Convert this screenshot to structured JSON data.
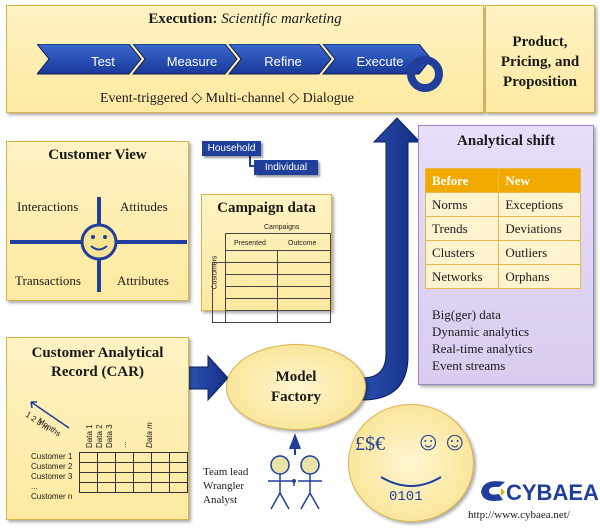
{
  "execution": {
    "title_bold": "Execution",
    "title_italic": "Scientific marketing",
    "steps": [
      "Test",
      "Measure",
      "Refine",
      "Execute"
    ],
    "subline": "Event-triggered ◇ Multi-channel ◇ Dialogue"
  },
  "product": {
    "line1": "Product,",
    "line2": "Pricing, and",
    "line3": "Proposition"
  },
  "customer_view": {
    "title": "Customer View",
    "interactions": "Interactions",
    "attitudes": "Attitudes",
    "transactions": "Transactions",
    "attributes": "Attributes"
  },
  "household": {
    "household": "Household",
    "individual": "Individual"
  },
  "campaign": {
    "title": "Campaign data",
    "campaigns": "Campaigns",
    "presented": "Presented",
    "outcome": "Outcome",
    "customers": "Customers"
  },
  "analytical_shift": {
    "title": "Analytical shift",
    "headers": [
      "Before",
      "New"
    ],
    "rows": [
      [
        "Norms",
        "Exceptions"
      ],
      [
        "Trends",
        "Deviations"
      ],
      [
        "Clusters",
        "Outliers"
      ],
      [
        "Networks",
        "Orphans"
      ]
    ],
    "bullets": [
      "Big(ger) data",
      "Dynamic analytics",
      "Real-time analytics",
      "Event streams"
    ]
  },
  "car": {
    "title_line1": "Customer Analytical",
    "title_line2": "Record (CAR)",
    "months_label": "Months",
    "months_ticks": [
      "1",
      "2",
      "3",
      "m"
    ],
    "data_cols": [
      "Data 1",
      "Data 2",
      "Data 3",
      "...",
      "Data m"
    ],
    "customers": [
      "Customer 1",
      "Customer 2",
      "Customer 3",
      "...",
      "Customer n"
    ]
  },
  "model_factory": {
    "line1": "Model",
    "line2": "Factory"
  },
  "team": {
    "line1": "Team lead",
    "line2": "Wrangler",
    "line3": "Analyst"
  },
  "symbols": {
    "currency": "£$€",
    "faces": "☺☺",
    "binary": "0101"
  },
  "brand": {
    "name": "CYBAEA",
    "url": "http://www.cybaea.net/"
  },
  "colors": {
    "panel": "#fde9a0",
    "arrow_blue": "#1f3f9a",
    "shift_purple": "#ddd0f4",
    "table_header": "#f2a900"
  }
}
